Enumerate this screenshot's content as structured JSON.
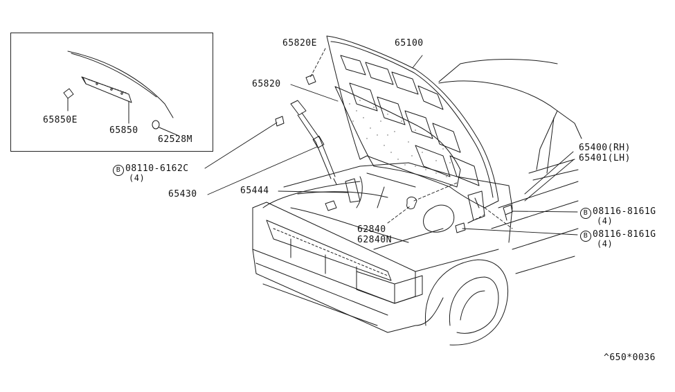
{
  "parts": {
    "p65820E": "65820E",
    "p65100": "65100",
    "p65820": "65820",
    "p65850E": "65850E",
    "p65850": "65850",
    "p62528M": "62528M",
    "bolt_glyph": "B",
    "p08110": "08110-6162C",
    "qty_08110": "(4)",
    "p65430": "65430",
    "p65444": "65444",
    "p62840": "62840",
    "p62840N": "62840N",
    "p65400": "65400(RH)",
    "p65401": "65401(LH)",
    "p08116_a": "08116-8161G",
    "qty_08116_a": "(4)",
    "p08116_b": "08116-8161G",
    "qty_08116_b": "(4)",
    "diagram_code": "^650*0036"
  }
}
